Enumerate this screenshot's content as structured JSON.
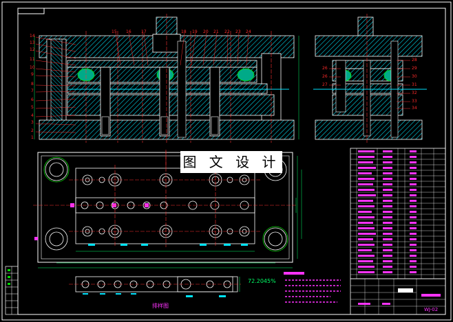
{
  "watermark": "图 文 设 计",
  "title_block_code": "WJ-02",
  "strip_caption": "排样图",
  "material_utilization": "72.2045%",
  "front_view_labels_left": [
    "14",
    "13",
    "12",
    "11",
    "10",
    "9",
    "8",
    "7",
    "6",
    "5",
    "4",
    "3",
    "2",
    "1"
  ],
  "front_view_labels_top": [
    "15",
    "16",
    "17",
    "18",
    "19",
    "20",
    "21",
    "22",
    "23",
    "24"
  ],
  "side_view_labels_left": [
    "26",
    "26",
    "27"
  ],
  "side_view_labels_right": [
    "28",
    "29",
    "30",
    "31",
    "32",
    "33",
    "34"
  ],
  "colors": {
    "background": "#000000",
    "outline": "#ffffff",
    "hatch": "#00e5ff",
    "leader": "#ff3333",
    "center_line": "#ff3333",
    "bolt": "#00e000",
    "accent": "#ff33ff",
    "dimension": "#00ff66"
  }
}
